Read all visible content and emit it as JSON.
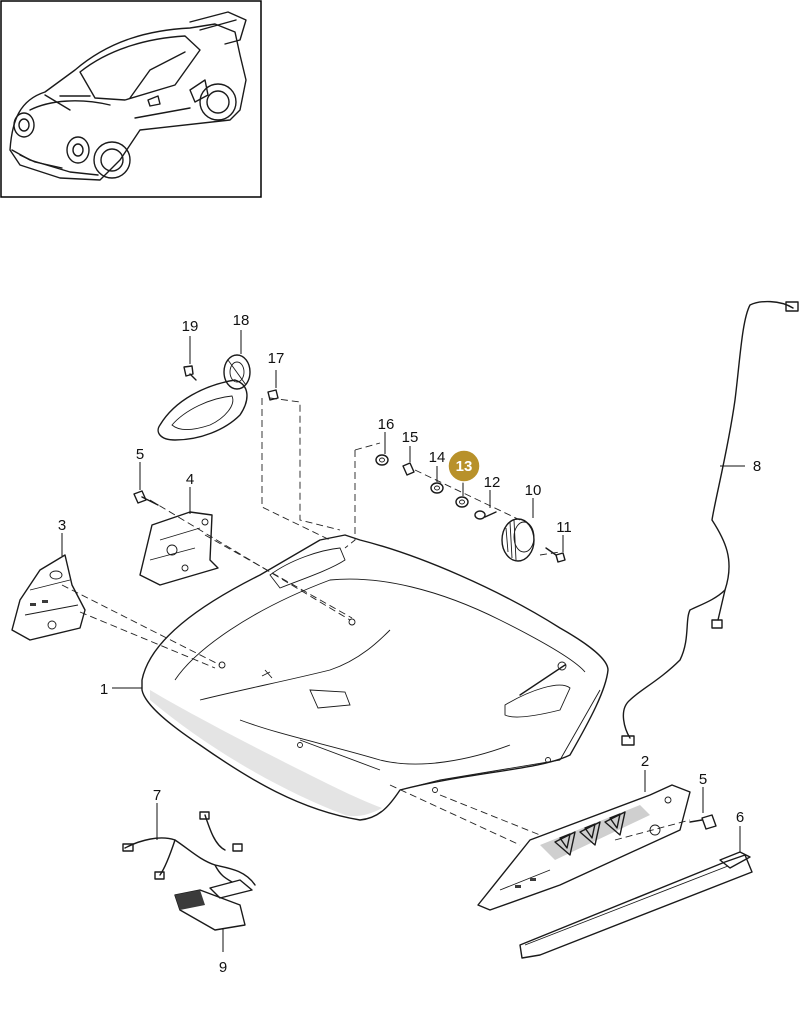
{
  "thumbnail": {
    "icon": "car-coupe-icon"
  },
  "highlight": {
    "color": "#b8912a",
    "text_color": "#ffffff"
  },
  "parts": [
    {
      "id": "p1",
      "label": "1"
    },
    {
      "id": "p2",
      "label": "2"
    },
    {
      "id": "p3",
      "label": "3"
    },
    {
      "id": "p4",
      "label": "4"
    },
    {
      "id": "p5a",
      "label": "5"
    },
    {
      "id": "p5b",
      "label": "5"
    },
    {
      "id": "p6",
      "label": "6"
    },
    {
      "id": "p7",
      "label": "7"
    },
    {
      "id": "p8",
      "label": "8"
    },
    {
      "id": "p9",
      "label": "9"
    },
    {
      "id": "p10",
      "label": "10"
    },
    {
      "id": "p11",
      "label": "11"
    },
    {
      "id": "p12",
      "label": "12"
    },
    {
      "id": "p13",
      "label": "13",
      "highlighted": true
    },
    {
      "id": "p14",
      "label": "14"
    },
    {
      "id": "p15",
      "label": "15"
    },
    {
      "id": "p16",
      "label": "16"
    },
    {
      "id": "p17",
      "label": "17"
    },
    {
      "id": "p18",
      "label": "18"
    },
    {
      "id": "p19",
      "label": "19"
    }
  ]
}
